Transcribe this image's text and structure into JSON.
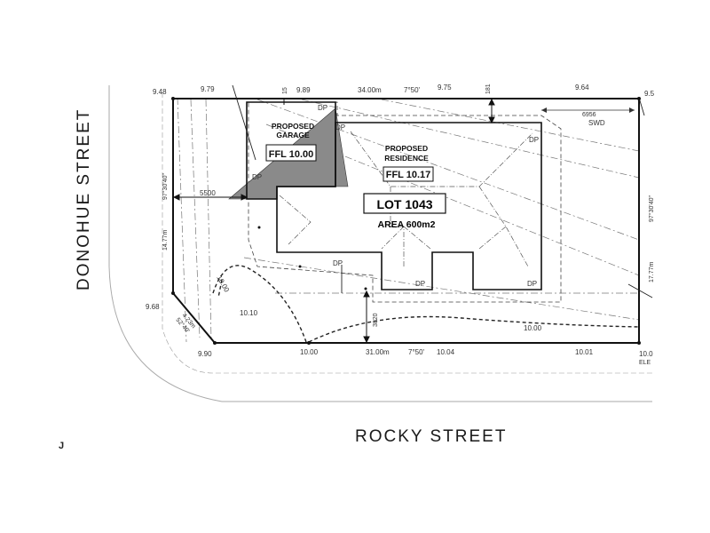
{
  "streets": {
    "left": "DONOHUE STREET",
    "bottom": "ROCKY STREET"
  },
  "lot": {
    "name": "LOT 1043",
    "area": "AREA 600m2"
  },
  "garage": {
    "label_line1": "PROPOSED",
    "label_line2": "GARAGE",
    "ffl": "FFL 10.00"
  },
  "residence": {
    "label_line1": "PROPOSED",
    "label_line2": "RESIDENCE",
    "ffl": "FFL 10.17"
  },
  "dimensions": {
    "top_length": "34.00m",
    "top_bearing": "7°50'",
    "bottom_length": "31.00m",
    "bottom_bearing": "7°50'",
    "left_length": "14.77m",
    "left_bearing": "97°30'40\"",
    "right_length": "17.77m",
    "right_bearing": "97°30'40\"",
    "corner_truncation": "4.23m",
    "corner_bearing": "52°40'",
    "setback_left": "5500",
    "setback_bottom": "3820",
    "setback_top_small": "15",
    "setback_top": "181",
    "swd_distance": "6956",
    "swd_label": "SWD",
    "partial_label": "ELE"
  },
  "spot_levels": [
    "9.48",
    "9.79",
    "9.89",
    "9.75",
    "9.64",
    "9.5",
    "9.68",
    "9.90",
    "10.00",
    "10.04",
    "10.01",
    "10.0"
  ],
  "contours": [
    "10.00",
    "10.10",
    "10.00"
  ],
  "downpipe_label": "DP",
  "corner_mark": "J"
}
